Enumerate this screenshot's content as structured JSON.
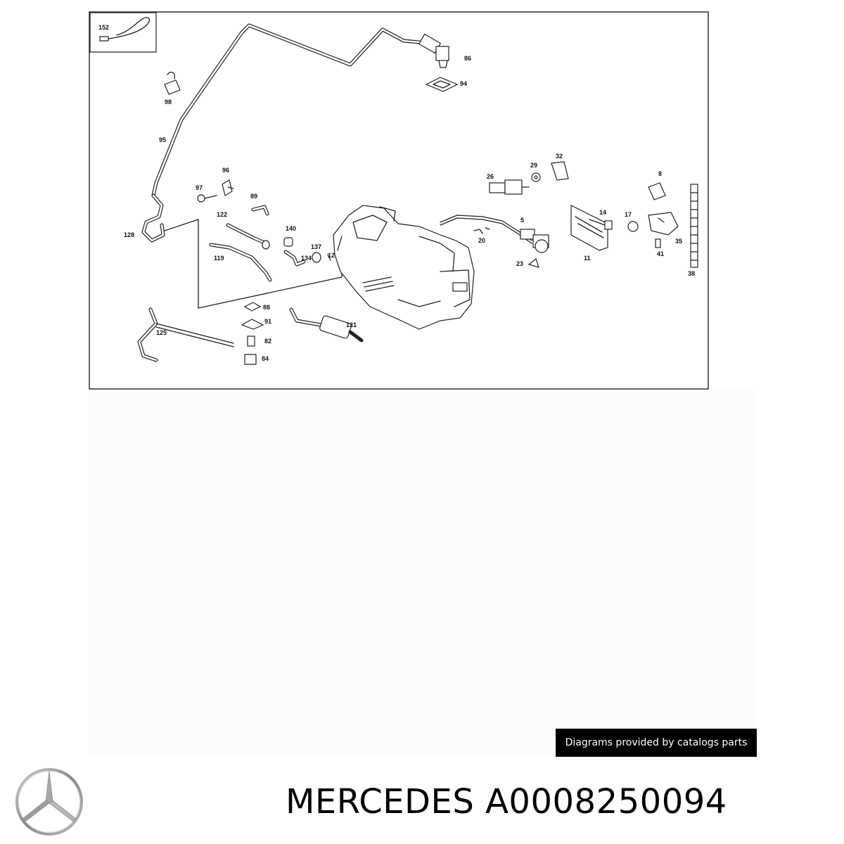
{
  "diagram": {
    "part_labels": [
      "152",
      "86",
      "94",
      "98",
      "95",
      "96",
      "97",
      "89",
      "122",
      "128",
      "140",
      "137",
      "12",
      "134",
      "119",
      "88",
      "91",
      "82",
      "84",
      "125",
      "131",
      "26",
      "29",
      "32",
      "5",
      "20",
      "23",
      "14",
      "11",
      "8",
      "17",
      "35",
      "41",
      "38"
    ]
  },
  "credit": "Diagrams provided by catalogs parts",
  "product": {
    "brand": "MERCEDES",
    "part_number": "A0008250094",
    "logo_icon": "mercedes-star-icon"
  }
}
